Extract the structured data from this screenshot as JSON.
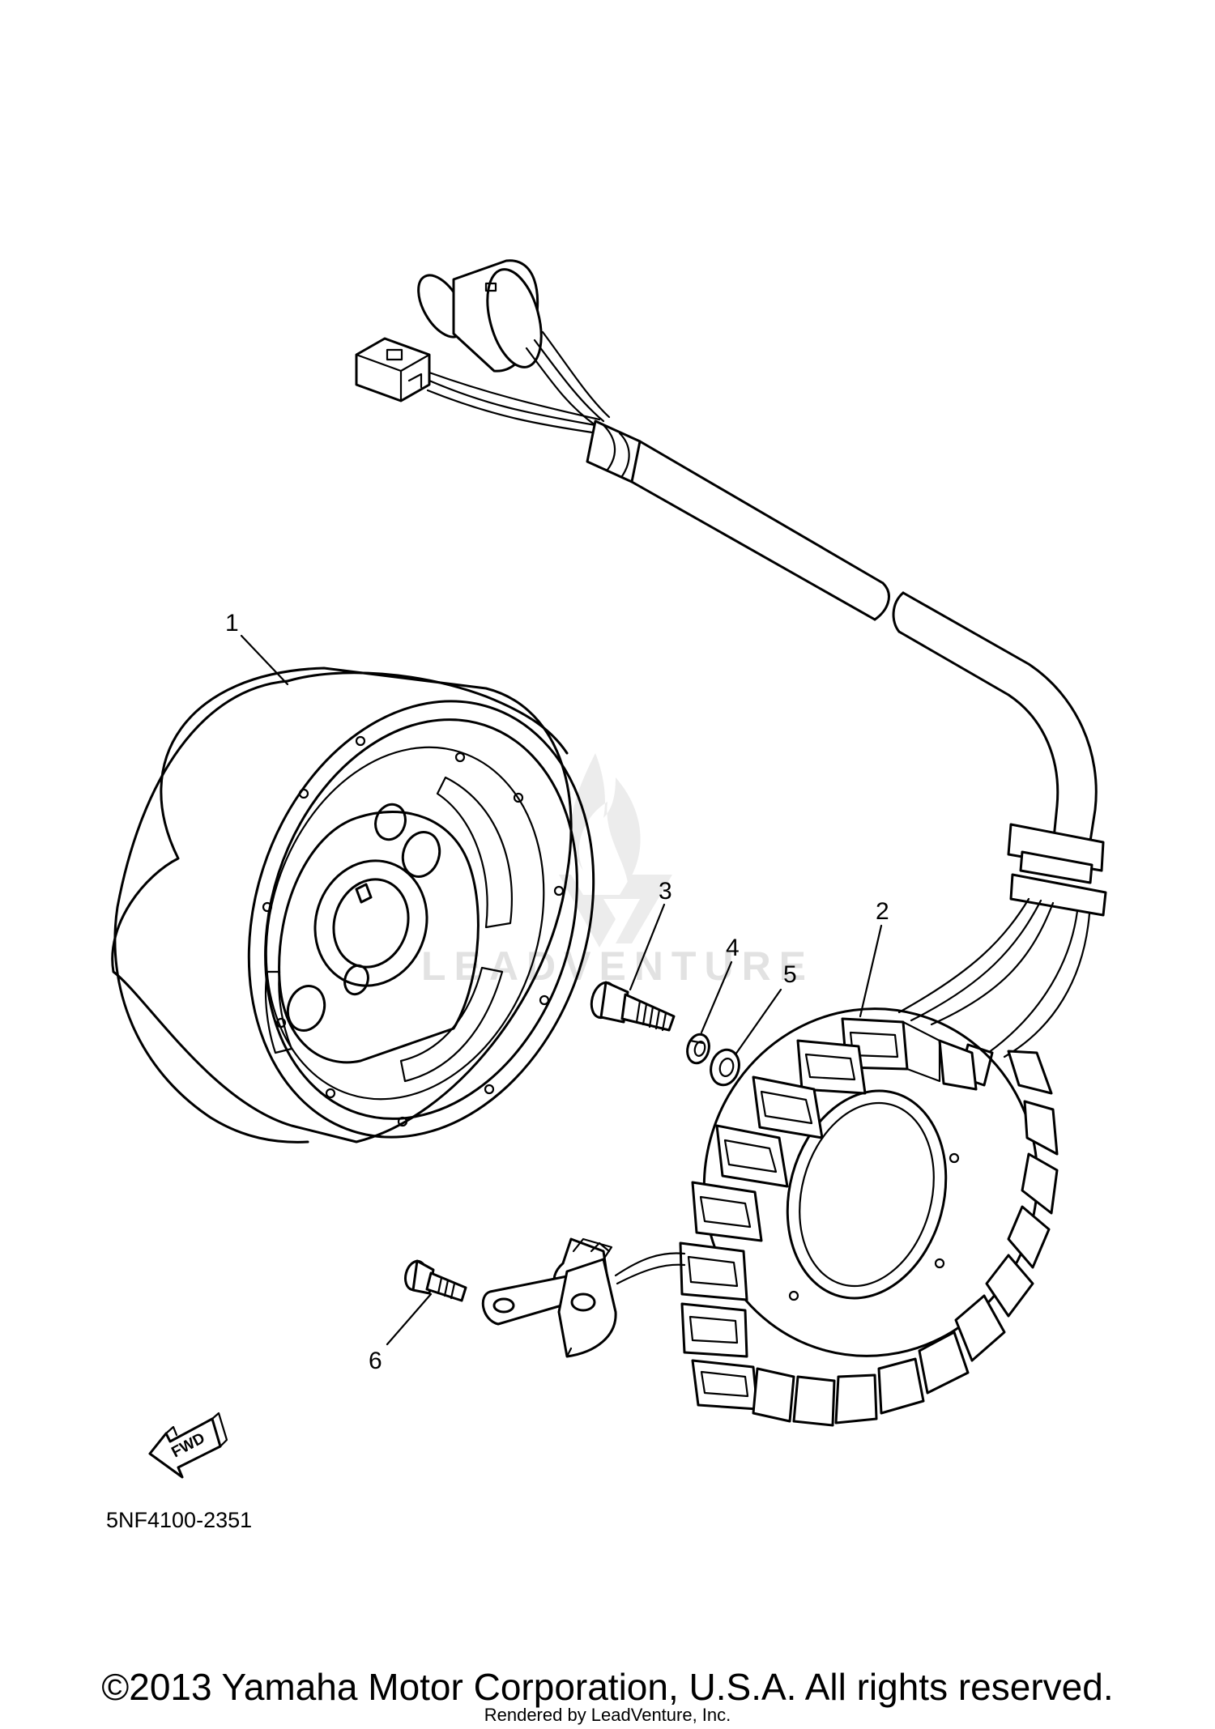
{
  "callouts": [
    "1",
    "2",
    "3",
    "4",
    "5",
    "6"
  ],
  "watermark": {
    "text": "LEADVENTURE"
  },
  "fwd_arrow_label": "FWD",
  "diagram_code": "5NF4100-2351",
  "copyright": "©2013 Yamaha Motor Corporation, U.S.A. All rights reserved.",
  "rendered_by": "Rendered by LeadVenture, Inc."
}
